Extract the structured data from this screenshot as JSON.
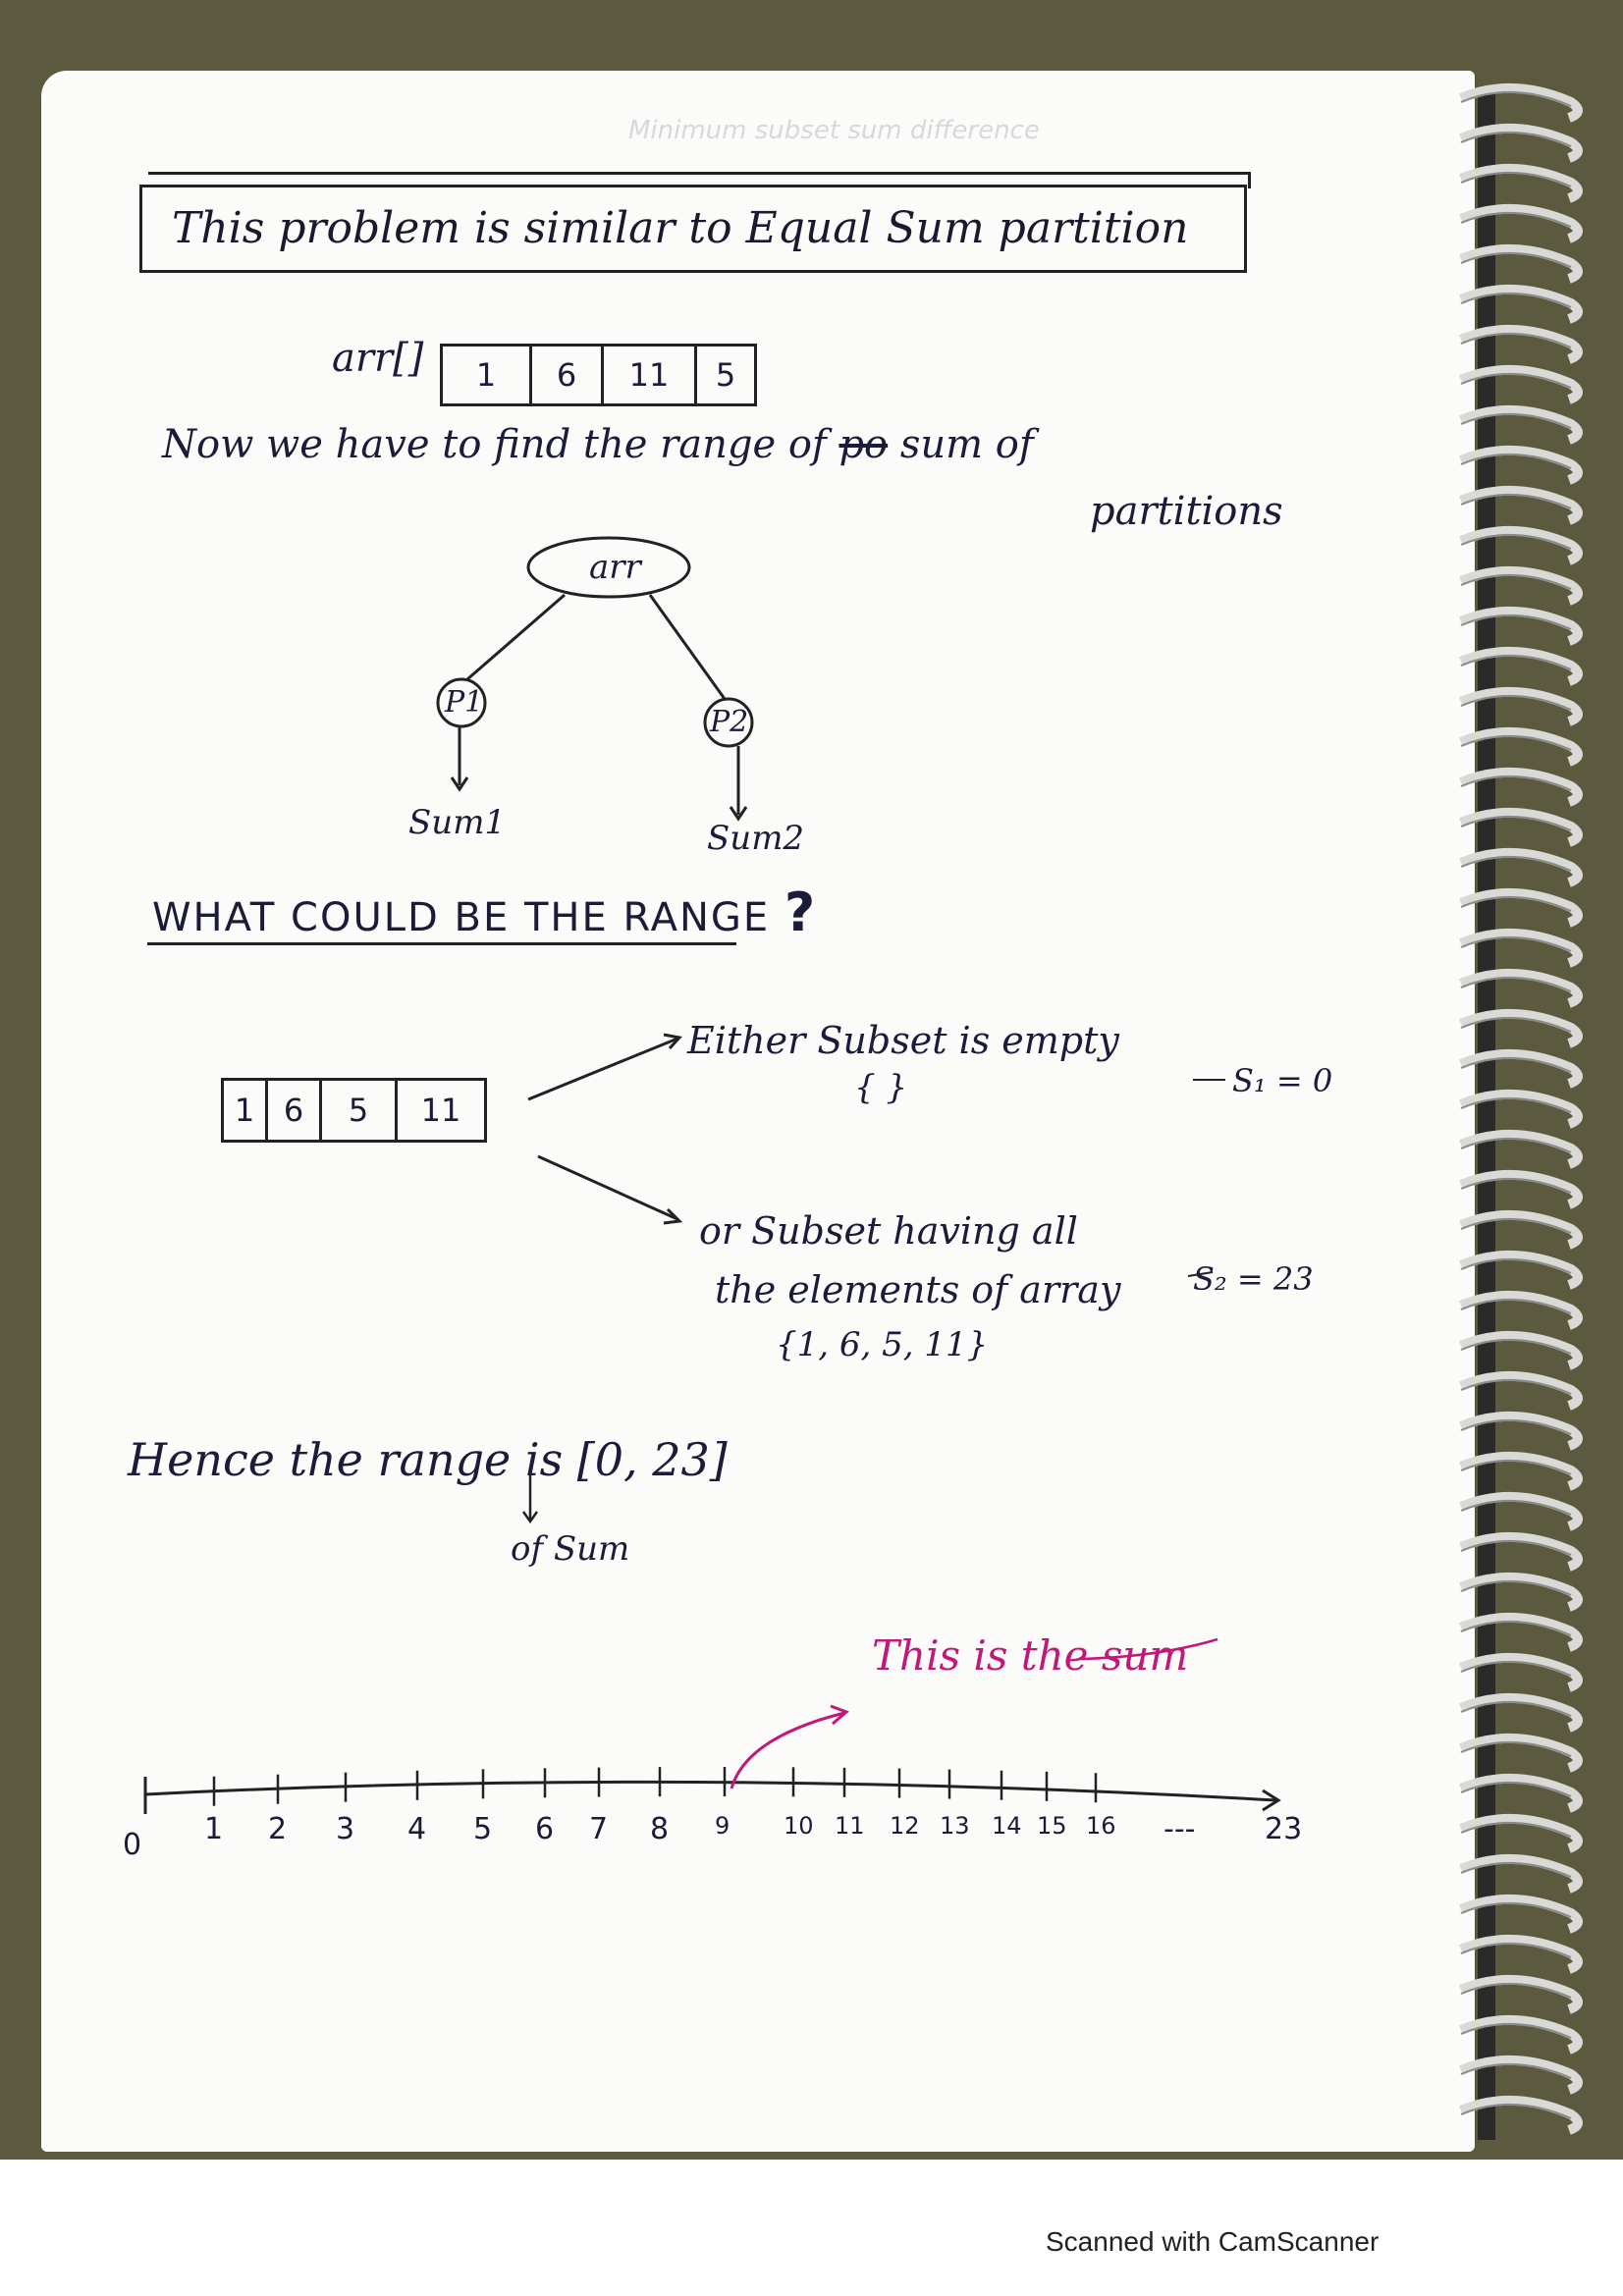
{
  "header_ghost": "Minimum subset sum difference",
  "title": "This problem is similar to Equal Sum partition",
  "array1": {
    "label": "arr[]",
    "values": [
      "1",
      "6",
      "11",
      "5"
    ]
  },
  "sentence": {
    "line1": "Now we have to find the range of",
    "struck": "po",
    "line1_end": "sum of",
    "line2": "partitions"
  },
  "tree": {
    "root": "arr",
    "left": "P1",
    "right": "P2",
    "left_leaf": "Sum1",
    "right_leaf": "Sum2"
  },
  "question": {
    "text": "WHAT COULD BE THE RANGE",
    "mark": "?"
  },
  "array2": {
    "values": [
      "1",
      "6",
      "5",
      "11"
    ]
  },
  "branch_top": {
    "text": "Either Subset is empty",
    "set": "{ }",
    "result": "S₁ = 0"
  },
  "branch_bottom": {
    "line1": "or Subset having all",
    "line2": "the elements of array",
    "set": "{1, 6, 5, 11}",
    "result": "S₂ = 23"
  },
  "conclusion": {
    "text": "Hence the range is [0, 23]",
    "note": "of Sum"
  },
  "numberline": {
    "ticks": [
      "0",
      "1",
      "2",
      "3",
      "4",
      "5",
      "6",
      "7",
      "8",
      "9",
      "10",
      "11",
      "12",
      "13",
      "14",
      "15",
      "16",
      "---",
      "23"
    ]
  },
  "annotation": "This is the sum",
  "footer": "Scanned with CamScanner",
  "colors": {
    "ink": "#1b1b3a",
    "pink": "#c2187a",
    "cover": "#5b5a3e"
  }
}
